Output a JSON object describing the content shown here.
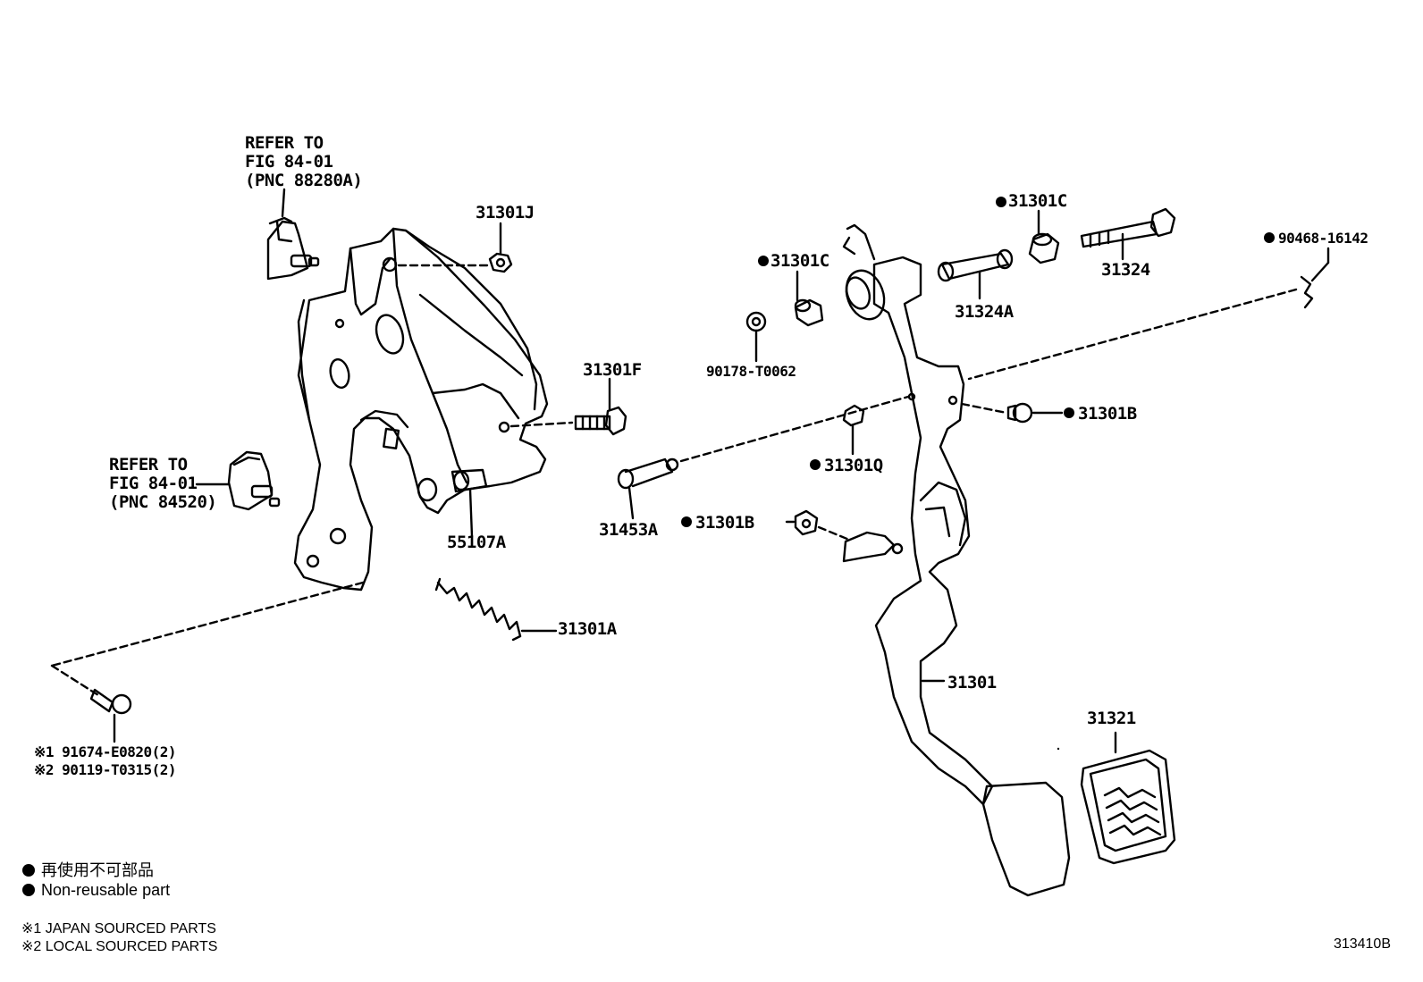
{
  "refer_upper": {
    "line1": "REFER TO",
    "line2": "FIG 84-01",
    "line3": "(PNC 88280A)"
  },
  "refer_lower": {
    "line1": "REFER TO",
    "line2": "FIG 84-01",
    "line3": "(PNC 84520)"
  },
  "parts": {
    "p31301J": "31301J",
    "p31301F": "31301F",
    "p55107A": "55107A",
    "p31301A": "31301A",
    "p31453A": "31453A",
    "p31301C_a": "31301C",
    "p31301C_b": "31301C",
    "p90178": "90178-T0062",
    "p31324A": "31324A",
    "p31324": "31324",
    "p90468": "90468-16142",
    "p31301B_a": "31301B",
    "p31301Q": "31301Q",
    "p31301B_b": "31301B",
    "p31301": "31301",
    "p31321": "31321"
  },
  "bolt_notes": {
    "line1": "※1 91674-E0820(2)",
    "line2": "※2 90119-T0315(2)"
  },
  "bullet_symbol": "●",
  "legend": {
    "jp": "再使用不可部品",
    "en": "Non-reusable part",
    "note1": "※1  JAPAN SOURCED PARTS",
    "note2": "※2  LOCAL SOURCED PARTS"
  },
  "figure_code": "313410B"
}
